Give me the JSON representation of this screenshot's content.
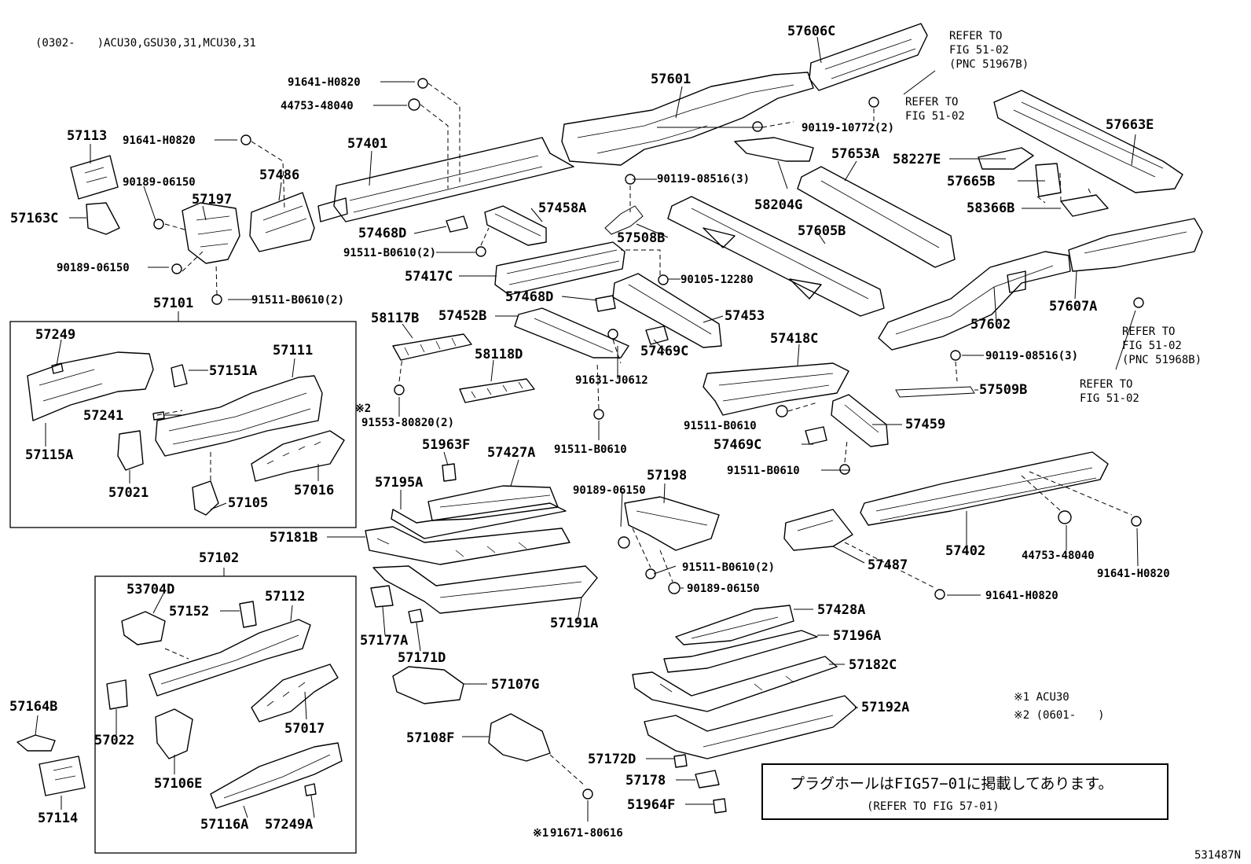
{
  "header": {
    "code": "(0302-　　)ACU30,GSU30,31,MCU30,31"
  },
  "figure_id": "531487N",
  "footnotes": {
    "note1": "※1 ACU30",
    "note2": "※2 (0601-　　)"
  },
  "notice": {
    "japanese": "プラグホールはFIG57−01に掲載してあります。",
    "english": "(REFER TO FIG 57-01)"
  },
  "marks": {
    "star1": "※1",
    "star2": "※2"
  },
  "refers": [
    {
      "lines": [
        "REFER TO",
        "FIG 51-02",
        "(PNC 51967B)"
      ]
    },
    {
      "lines": [
        "REFER TO",
        "FIG 51-02"
      ]
    },
    {
      "lines": [
        "REFER TO",
        "FIG 51-02",
        "(PNC 51968B)"
      ]
    },
    {
      "lines": [
        "REFER TO",
        "FIG 51-02"
      ]
    }
  ],
  "groups": {
    "g57101": "57101",
    "g57102": "57102"
  },
  "labels": [
    "57606C",
    "57601",
    "91641-H0820",
    "44753-48040",
    "57401",
    "90119-10772(2)",
    "57653A",
    "58227E",
    "57663E",
    "57113",
    "91641-H0820",
    "57486",
    "90189-06150",
    "57197",
    "57163C",
    "90119-08516(3)",
    "58204G",
    "57665B",
    "58366B",
    "57458A",
    "57468D",
    "57508B",
    "91511-B0610(2)",
    "57605B",
    "57607A",
    "90189-06150",
    "91511-B0610(2)",
    "57417C",
    "90105-12280",
    "57602",
    "57468D",
    "57453",
    "58117B",
    "57452B",
    "57469C",
    "57418C",
    "90119-08516(3)",
    "58118D",
    "91631-J0612",
    "57509B",
    "57249",
    "57111",
    "57151A",
    "57241",
    "57115A",
    "91553-80820(2)",
    "91511-B0610",
    "57459",
    "91511-B0610",
    "57469C",
    "57021",
    "57105",
    "57016",
    "51963F",
    "57427A",
    "57195A",
    "91511-B0610",
    "57198",
    "90189-06150",
    "57181B",
    "57402",
    "44753-48040",
    "57487",
    "91641-H0820",
    "91511-B0610(2)",
    "90189-06150",
    "91641-H0820",
    "57102",
    "53704D",
    "57112",
    "57152",
    "57191A",
    "57177A",
    "57428A",
    "57171D",
    "57196A",
    "57107G",
    "57182C",
    "57164B",
    "57022",
    "57017",
    "57192A",
    "57108F",
    "57172D",
    "57178",
    "57106E",
    "51964F",
    "57114",
    "57116A",
    "57249A",
    "91671-80616"
  ]
}
